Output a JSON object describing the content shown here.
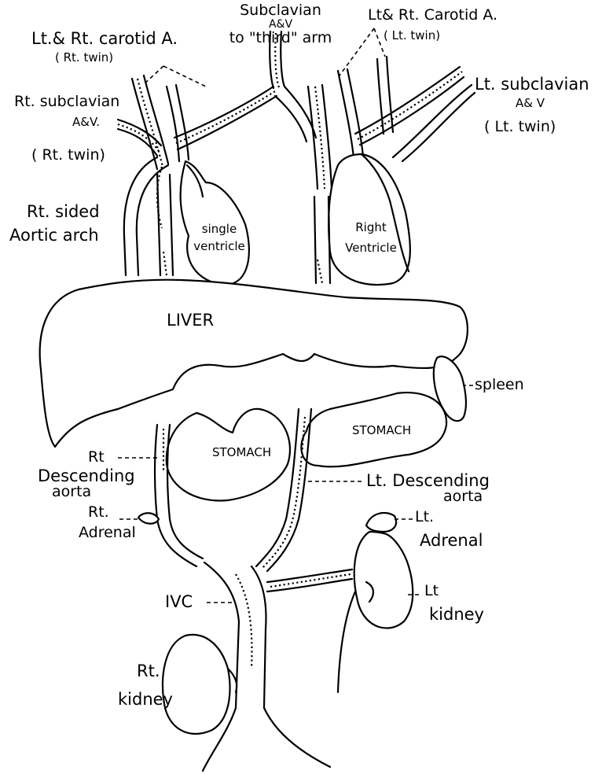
{
  "labels": {
    "lr_carotid_rt_twin": "Lt.& Rt. carotid A.",
    "lr_carotid_rt_twin_sub": "( Rt. twin)",
    "subclavian_third_arm_1": "Subclavian",
    "subclavian_third_arm_2": "A&V",
    "subclavian_third_arm_3": "to \"third\" arm",
    "lr_carotid_lt_twin": "Lt& Rt. Carotid A.",
    "lr_carotid_lt_twin_sub": "( Lt. twin)",
    "rt_subclavian_1": "Rt. subclavian",
    "rt_subclavian_2": "A&V.",
    "rt_subclavian_3": "( Rt. twin)",
    "lt_subclavian_1": "Lt. subclavian",
    "lt_subclavian_2": "A& V",
    "lt_subclavian_3": "( Lt. twin)",
    "rt_sided_arch_1": "Rt. sided",
    "rt_sided_arch_2": "Aortic arch",
    "single_ventricle_1": "single",
    "single_ventricle_2": "ventricle",
    "right_ventricle_1": "Right",
    "right_ventricle_2": "Ventricle",
    "liver": "LIVER",
    "spleen": "spleen",
    "stomach_left": "STOMACH",
    "stomach_right": "STOMACH",
    "rt_descending_1": "Rt",
    "rt_descending_2": "Descending",
    "rt_descending_3": "aorta",
    "lt_descending_1": "Lt. Descending",
    "lt_descending_2": "aorta",
    "rt_adrenal_1": "Rt.",
    "rt_adrenal_2": "Adrenal",
    "lt_adrenal_1": "Lt.",
    "lt_adrenal_2": "Adrenal",
    "ivc": "IVC",
    "lt_kidney_1": "Lt",
    "lt_kidney_2": "kidney",
    "rt_kidney_1": "Rt.",
    "rt_kidney_2": "kidney"
  }
}
